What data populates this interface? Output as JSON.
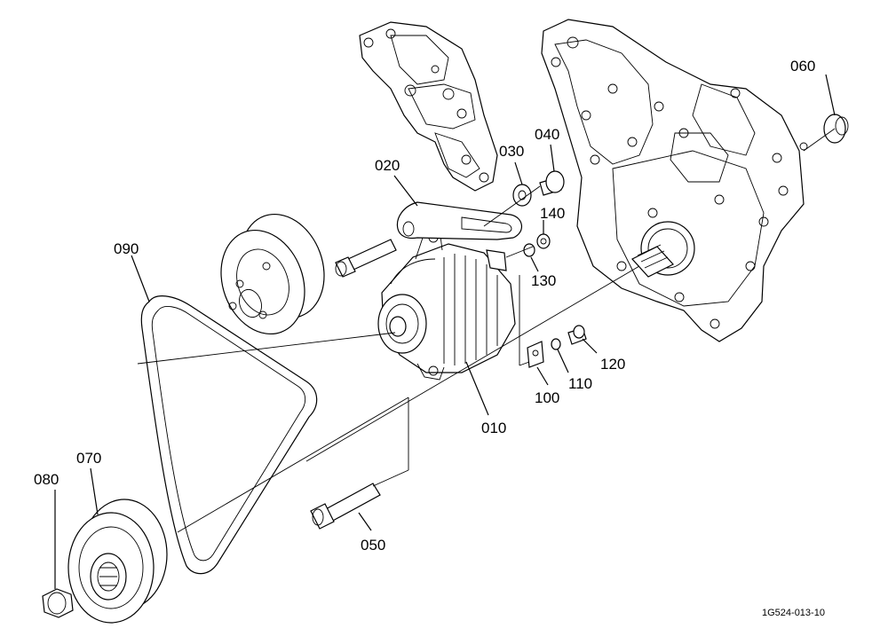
{
  "labels": {
    "p010": "010",
    "p020": "020",
    "p030": "030",
    "p040": "040",
    "p050": "050",
    "p060": "060",
    "p070": "070",
    "p080": "080",
    "p090": "090",
    "p100": "100",
    "p110": "110",
    "p120": "120",
    "p130": "130",
    "p140": "140"
  },
  "reference_code": "1G524-013-10"
}
